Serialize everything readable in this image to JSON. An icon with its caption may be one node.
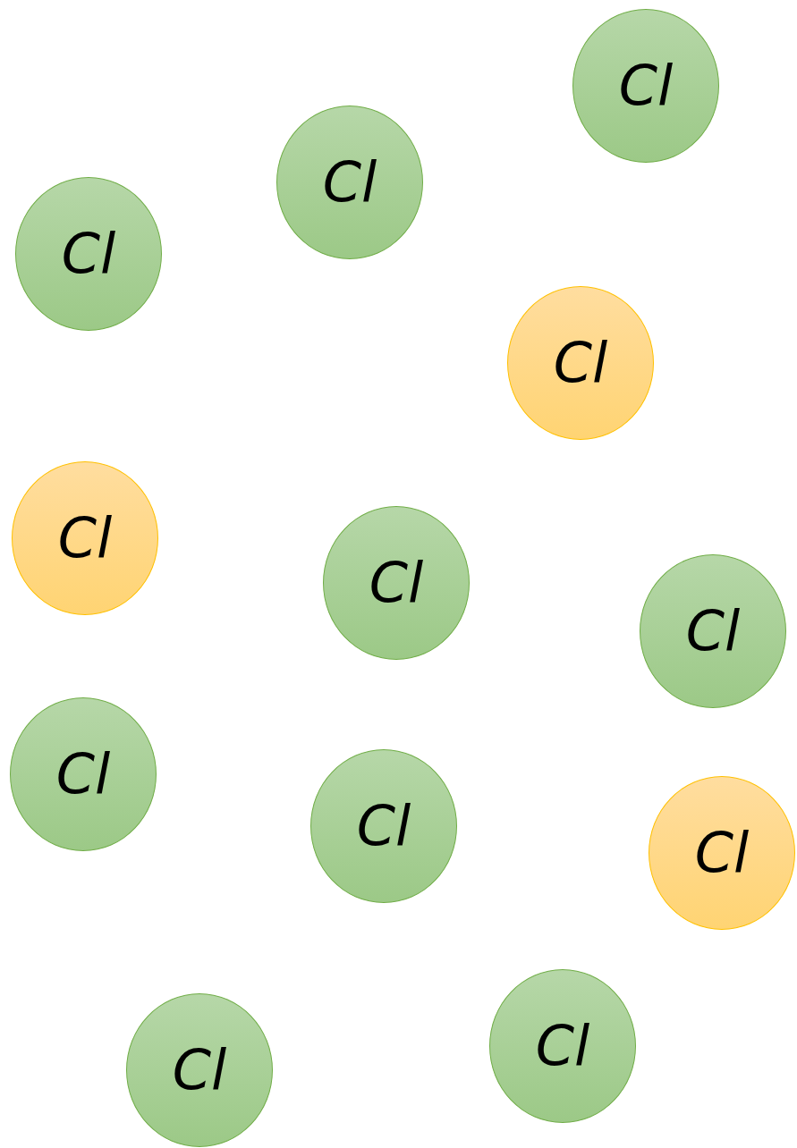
{
  "diagram": {
    "nodes": [
      {
        "text": [
          "Cl"
        ]
      },
      {
        "text": [
          "Cl"
        ]
      },
      {
        "text": [
          "Cl"
        ]
      },
      {
        "text": [
          "Cl"
        ]
      },
      {
        "text": [
          "Cl"
        ]
      },
      {
        "text": [
          "Cl"
        ]
      },
      {
        "text": [
          "Cl"
        ]
      },
      {
        "text": [
          "Cl"
        ]
      },
      {
        "text": [
          "Cl"
        ]
      },
      {
        "text": [
          "Cl"
        ]
      },
      {
        "text": [
          "Cl"
        ]
      },
      {
        "text": [
          "Cl"
        ]
      }
    ]
  }
}
